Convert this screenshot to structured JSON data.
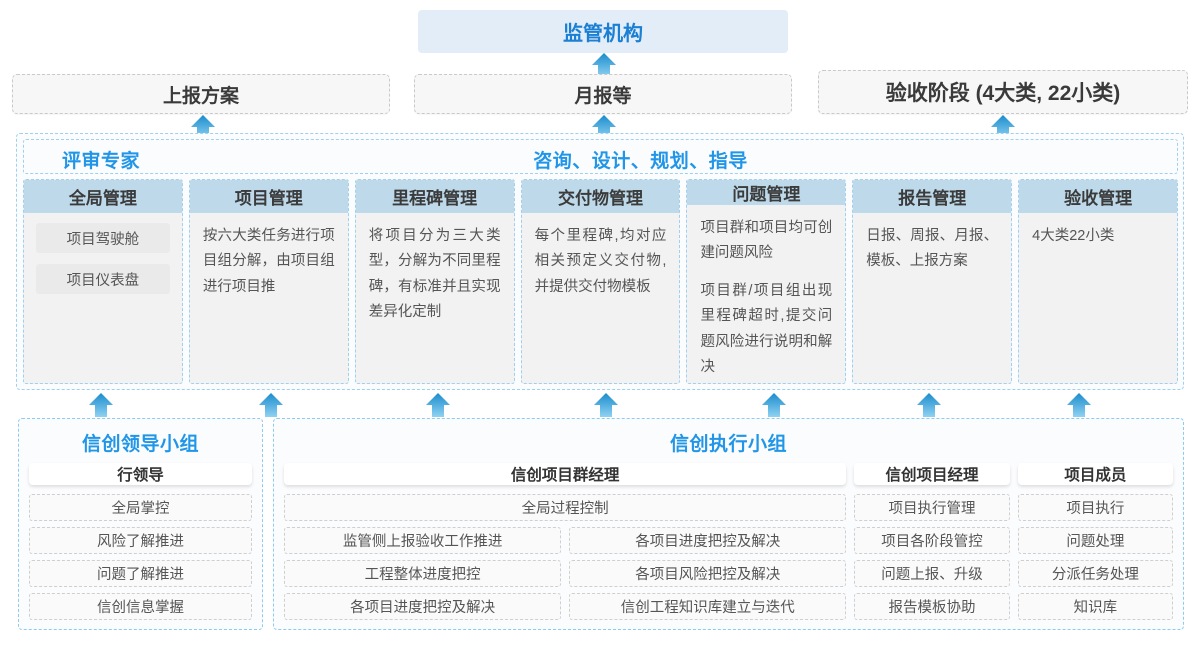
{
  "colors": {
    "accent_blue": "#2196e8",
    "regulator_text": "#1b7fd4",
    "regulator_bg": "#e2edf7",
    "card_header_bg": "#bdd9ea",
    "dashed_blue": "#9fd0ef",
    "dashed_gray": "#c9c9c9",
    "arrow_blue": "#2f9fe0"
  },
  "regulator": {
    "label": "监管机构"
  },
  "top_boxes": [
    {
      "label": "上报方案"
    },
    {
      "label": "月报等"
    },
    {
      "label": "验收阶段 (4大类, 22小类)"
    }
  ],
  "platform": {
    "header_left": "评审专家",
    "header_center": "咨询、设计、规划、指导",
    "cards": [
      {
        "title": "全局管理",
        "pills": [
          "项目驾驶舱",
          "项目仪表盘"
        ],
        "paragraphs": []
      },
      {
        "title": "项目管理",
        "pills": [],
        "paragraphs": [
          "按六大类任务进行项目组分解，由项目组进行项目推"
        ]
      },
      {
        "title": "里程碑管理",
        "pills": [],
        "paragraphs": [
          "将项目分为三大类型，分解为不同里程碑，有标准并且实现差异化定制"
        ]
      },
      {
        "title": "交付物管理",
        "pills": [],
        "paragraphs": [
          "每个里程碑,均对应相关预定义交付物,并提供交付物模板"
        ]
      },
      {
        "title": "问题管理",
        "pills": [],
        "paragraphs": [
          "项目群和项目均可创建问题风险",
          "项目群/项目组出现里程碑超时,提交问题风险进行说明和解决"
        ]
      },
      {
        "title": "报告管理",
        "pills": [],
        "paragraphs": [
          "日报、周报、月报、模板、上报方案"
        ]
      },
      {
        "title": "验收管理",
        "pills": [],
        "paragraphs": [
          "4大类22小类"
        ]
      }
    ]
  },
  "groups": {
    "leader": {
      "title": "信创领导小组",
      "columns": [
        {
          "head": "行领导",
          "items": [
            "全局掌控",
            "风险了解推进",
            "问题了解推进",
            "信创信息掌握"
          ]
        }
      ]
    },
    "exec": {
      "title": "信创执行小组",
      "program_manager": {
        "head": "信创项目群经理",
        "full_item": "全局过程控制",
        "rows": [
          [
            "监管侧上报验收工作推进",
            "各项目进度把控及解决"
          ],
          [
            "工程整体进度把控",
            "各项目风险把控及解决"
          ],
          [
            "各项目进度把控及解决",
            "信创工程知识库建立与迭代"
          ]
        ]
      },
      "project_manager": {
        "head": "信创项目经理",
        "items": [
          "项目执行管理",
          "项目各阶段管控",
          "问题上报、升级",
          "报告模板协助"
        ]
      },
      "member": {
        "head": "项目成员",
        "items": [
          "项目执行",
          "问题处理",
          "分派任务处理",
          "知识库"
        ]
      }
    }
  },
  "arrows": {
    "to_regulator": {
      "count": 1
    },
    "to_top_boxes": {
      "count": 3
    },
    "to_platform": {
      "count": 7
    }
  }
}
